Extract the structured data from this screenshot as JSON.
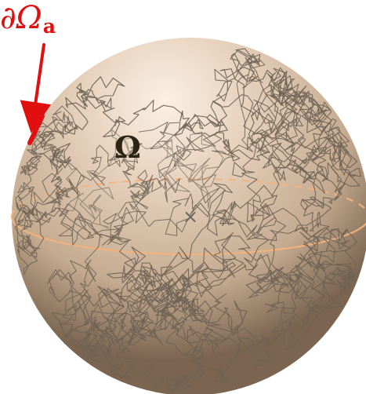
{
  "labels": {
    "boundary": {
      "main": "∂Ω",
      "subscript": "a",
      "color": "#e01010"
    },
    "domain": {
      "text": "Ω",
      "color": "#2e2416"
    },
    "center_marker": "×"
  },
  "colors": {
    "sphere_highlight": "#fbf0e2",
    "sphere_mid": "#d8c2aa",
    "sphere_shadow": "#7a6551",
    "equator": "#f2b27d",
    "path": "#6d6254",
    "boundary_arrow": "#e01010"
  }
}
